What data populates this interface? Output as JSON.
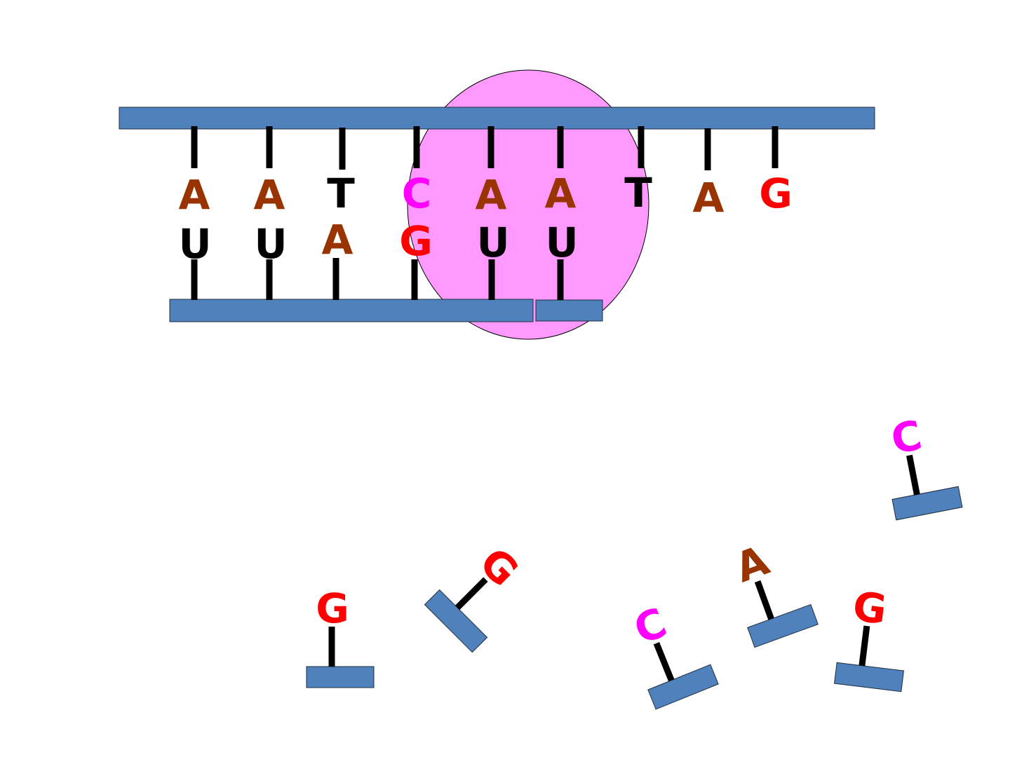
{
  "colors": {
    "backbone": "#4f81bd",
    "polymerase": "#ff99ff",
    "A": "#993300",
    "T": "#000000",
    "U": "#000000",
    "C": "#ff00ff",
    "G": "#ff0000"
  },
  "template_strand": [
    "A",
    "A",
    "T",
    "C",
    "A",
    "A",
    "T",
    "A",
    "G"
  ],
  "rna_strand": [
    "U",
    "U",
    "A",
    "G",
    "U",
    "U"
  ],
  "free_nucleotides": [
    "G",
    "G",
    "C",
    "A",
    "C",
    "G"
  ]
}
